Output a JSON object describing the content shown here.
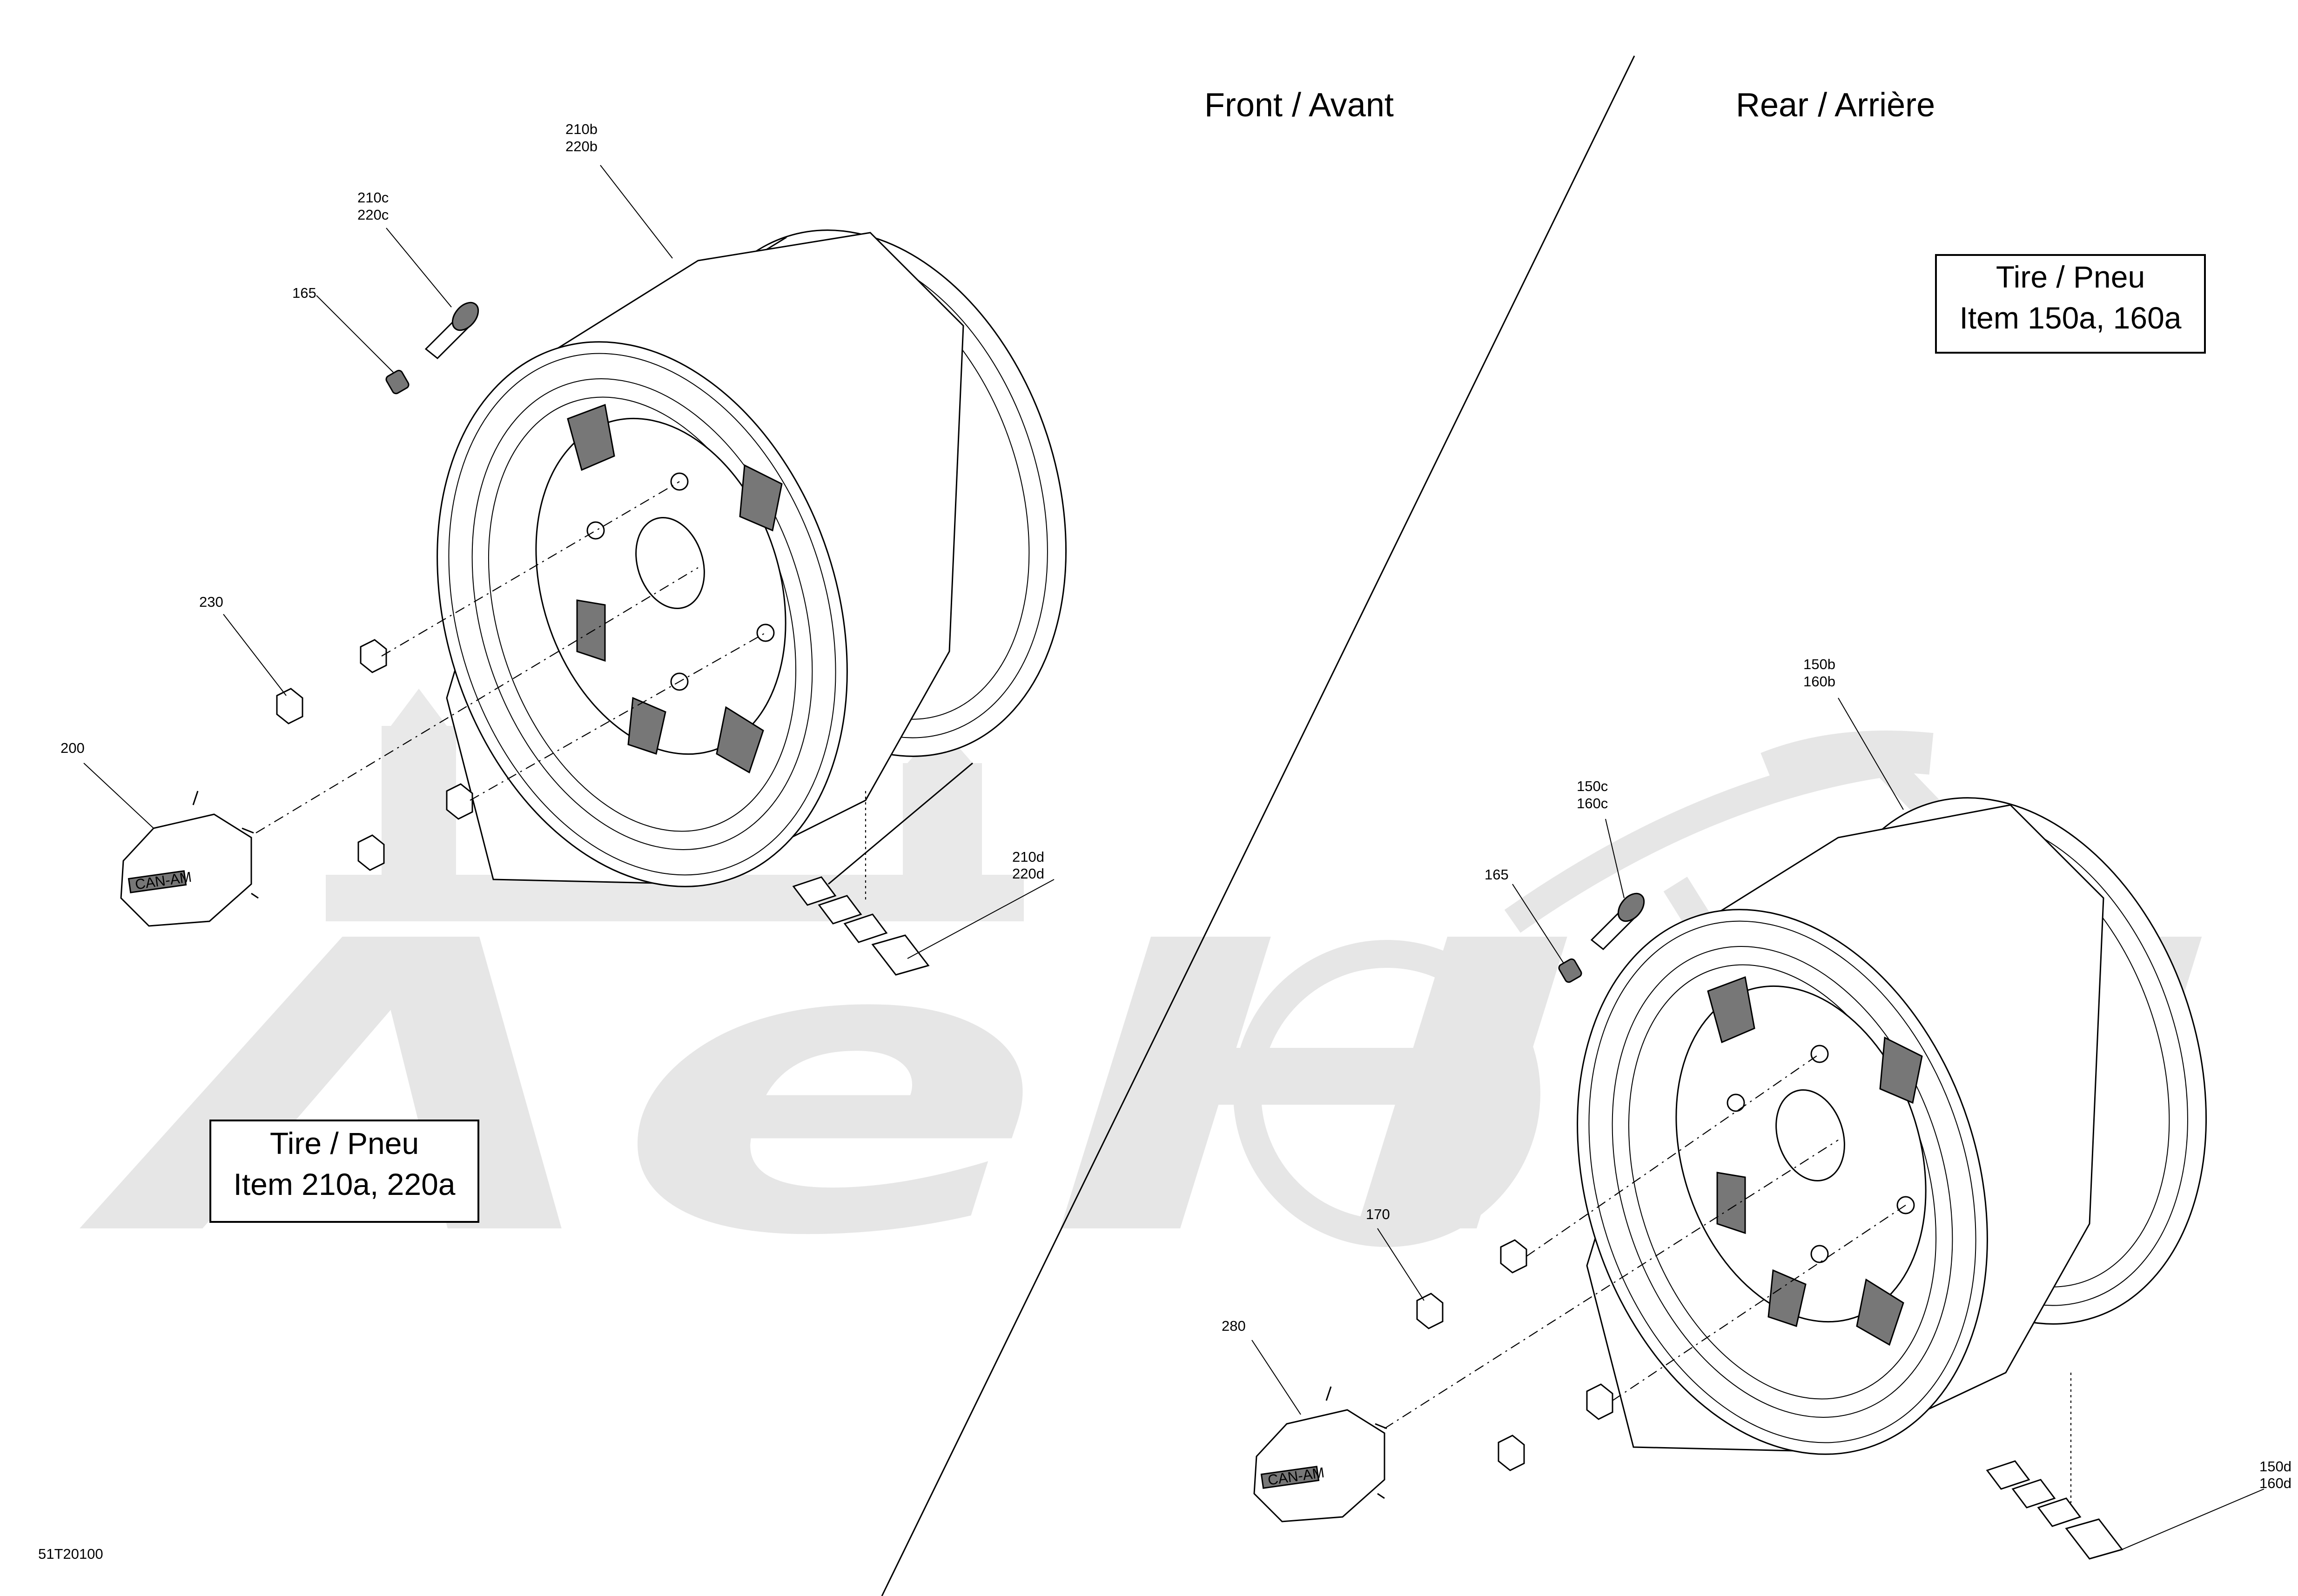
{
  "headings": {
    "front": "Front / Avant",
    "rear": "Rear / Arrière"
  },
  "tire_boxes": {
    "front": {
      "line1": "Tire / Pneu",
      "line2": "Item 210a, 220a"
    },
    "rear": {
      "line1": "Tire / Pneu",
      "line2": "Item 150a, 160a"
    }
  },
  "front_callouts": {
    "rim": [
      "210b",
      "220b"
    ],
    "valve": [
      "210c",
      "220c"
    ],
    "valve_cap": "165",
    "lug_nut": "230",
    "hub_cap": "200",
    "weights": [
      "210d",
      "220d"
    ]
  },
  "rear_callouts": {
    "rim": [
      "150b",
      "160b"
    ],
    "valve": [
      "150c",
      "160c"
    ],
    "valve_cap": "165",
    "lug_nut": "170",
    "hub_cap": "280",
    "weights": [
      "150d",
      "160d"
    ]
  },
  "diagram_code": "51T20100",
  "watermark": "AeHM",
  "hub_logo": "CAN-AM"
}
